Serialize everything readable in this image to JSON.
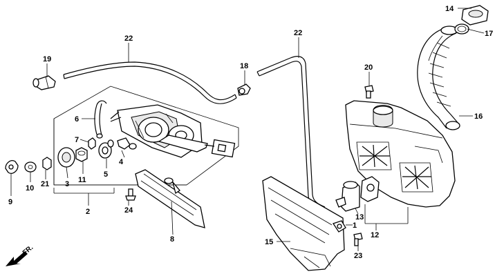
{
  "callouts": {
    "c1": "1",
    "c2": "2",
    "c3": "3",
    "c4": "4",
    "c5": "5",
    "c6": "6",
    "c7": "7",
    "c8": "8",
    "c9": "9",
    "c10": "10",
    "c11": "11",
    "c12": "12",
    "c13": "13",
    "c14": "14",
    "c15": "15",
    "c16": "16",
    "c17": "17",
    "c18": "18",
    "c19": "19",
    "c20": "20",
    "c21": "21",
    "c22a": "22",
    "c22b": "22",
    "c23": "23",
    "c24": "24"
  },
  "direction": {
    "label": "FR."
  }
}
